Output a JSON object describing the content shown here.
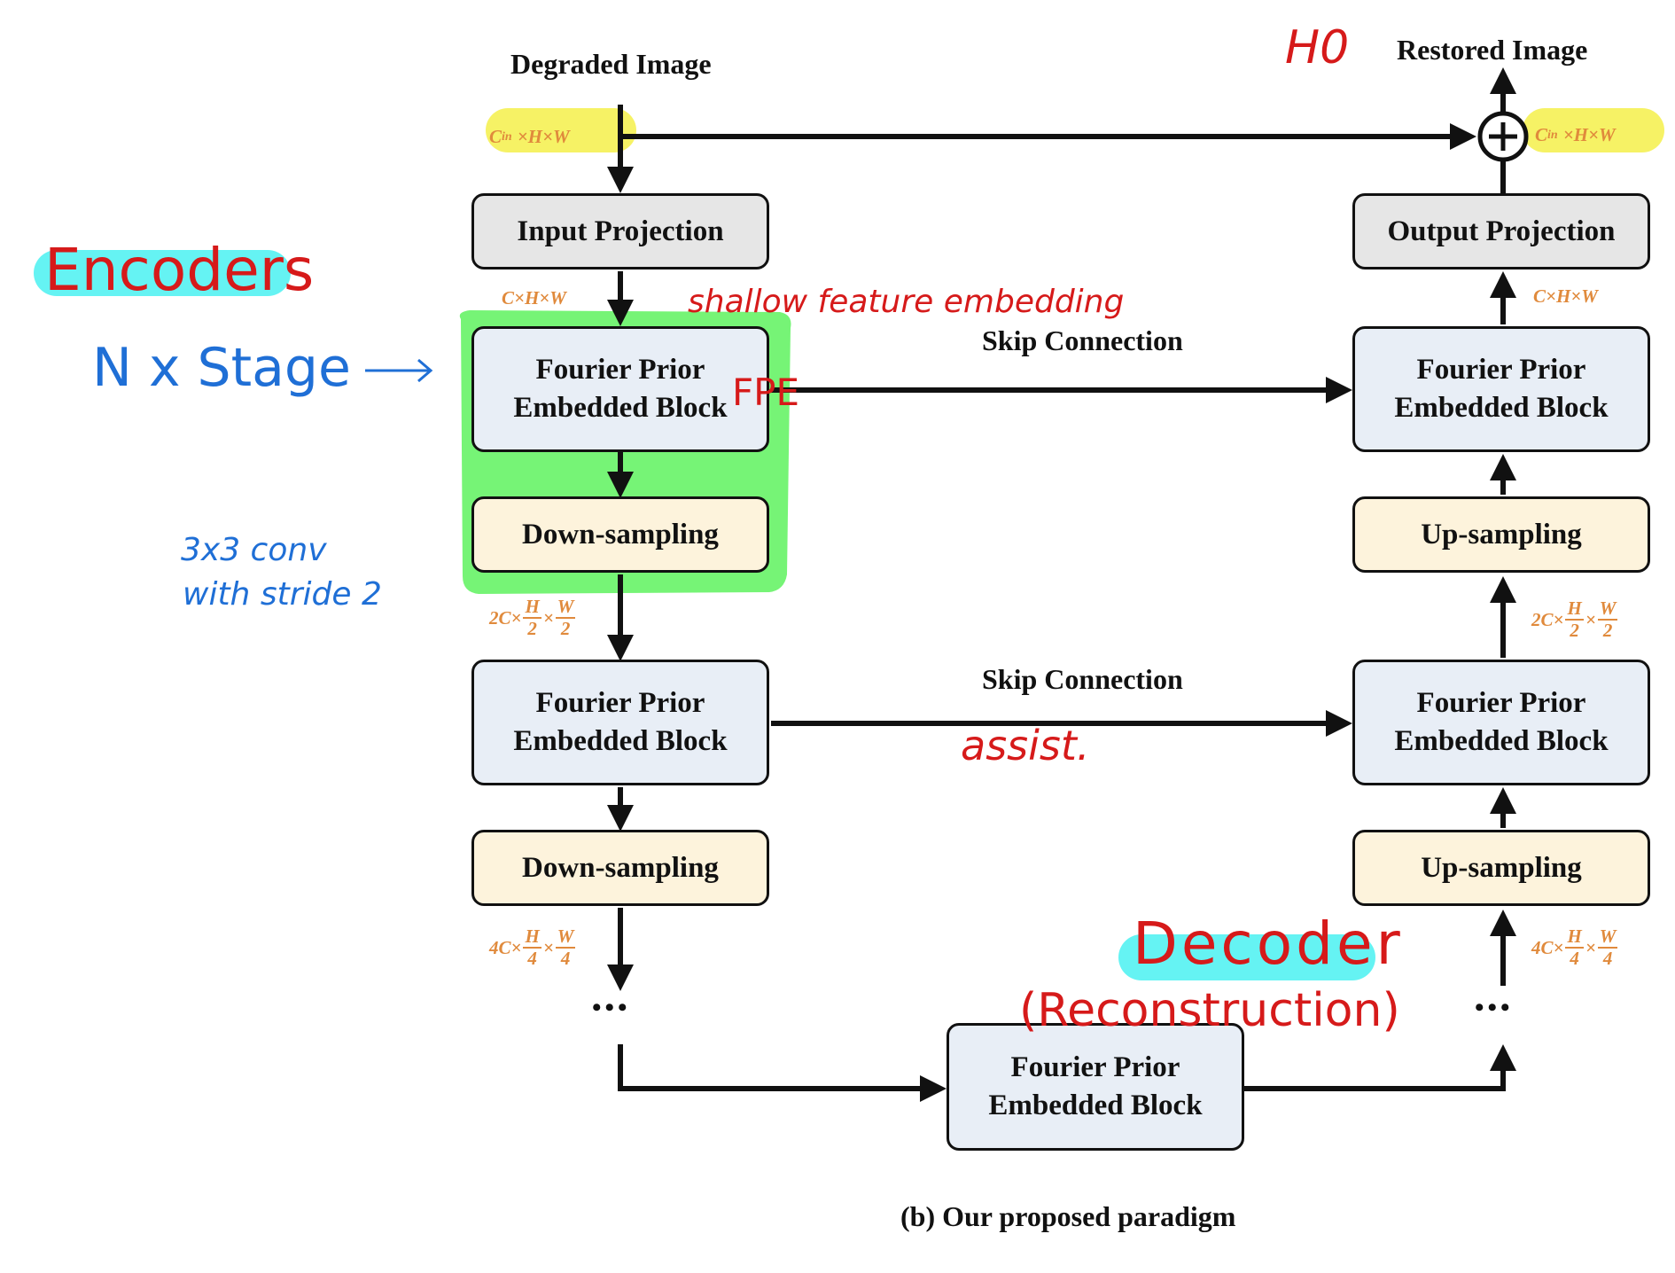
{
  "diagram": {
    "top_input_label": "Degraded Image",
    "top_output_label": "Restored Image",
    "input_projection": "Input Projection",
    "output_projection": "Output Projection",
    "fpeb_line1": "Fourier Prior",
    "fpeb_line2": "Embedded Block",
    "down_sampling": "Down-sampling",
    "up_sampling": "Up-sampling",
    "skip_connection": "Skip Connection",
    "ellipsis": "•••",
    "caption": "(b) Our proposed paradigm",
    "sum_symbol": "+"
  },
  "dims": {
    "cin": "C",
    "cin_sub": "in",
    "cin_rest": "×H×W",
    "chw": "C×H×W",
    "c2_prefix": "2C×",
    "c4_prefix": "4C×",
    "h": "H",
    "w": "W",
    "times": "×",
    "two": "2",
    "four": "4"
  },
  "annotations": {
    "encoders": "Encoders",
    "n_stage": "N x Stage",
    "shallow": "shallow feature embedding",
    "fpe": "FPE",
    "conv_line1": "3x3 conv",
    "conv_line2": "with stride 2",
    "assist": "assist.",
    "decoder": "Decoder",
    "reconstruction": "(Reconstruction)",
    "h0": "H0"
  },
  "colors": {
    "highlight_yellow": "#f5f04a",
    "highlight_green": "#5ef25e",
    "highlight_cyan": "#3ef0f0",
    "ink_red": "#d61a1a",
    "ink_blue": "#1f6fd6",
    "dim_orange": "#e08a3c"
  }
}
